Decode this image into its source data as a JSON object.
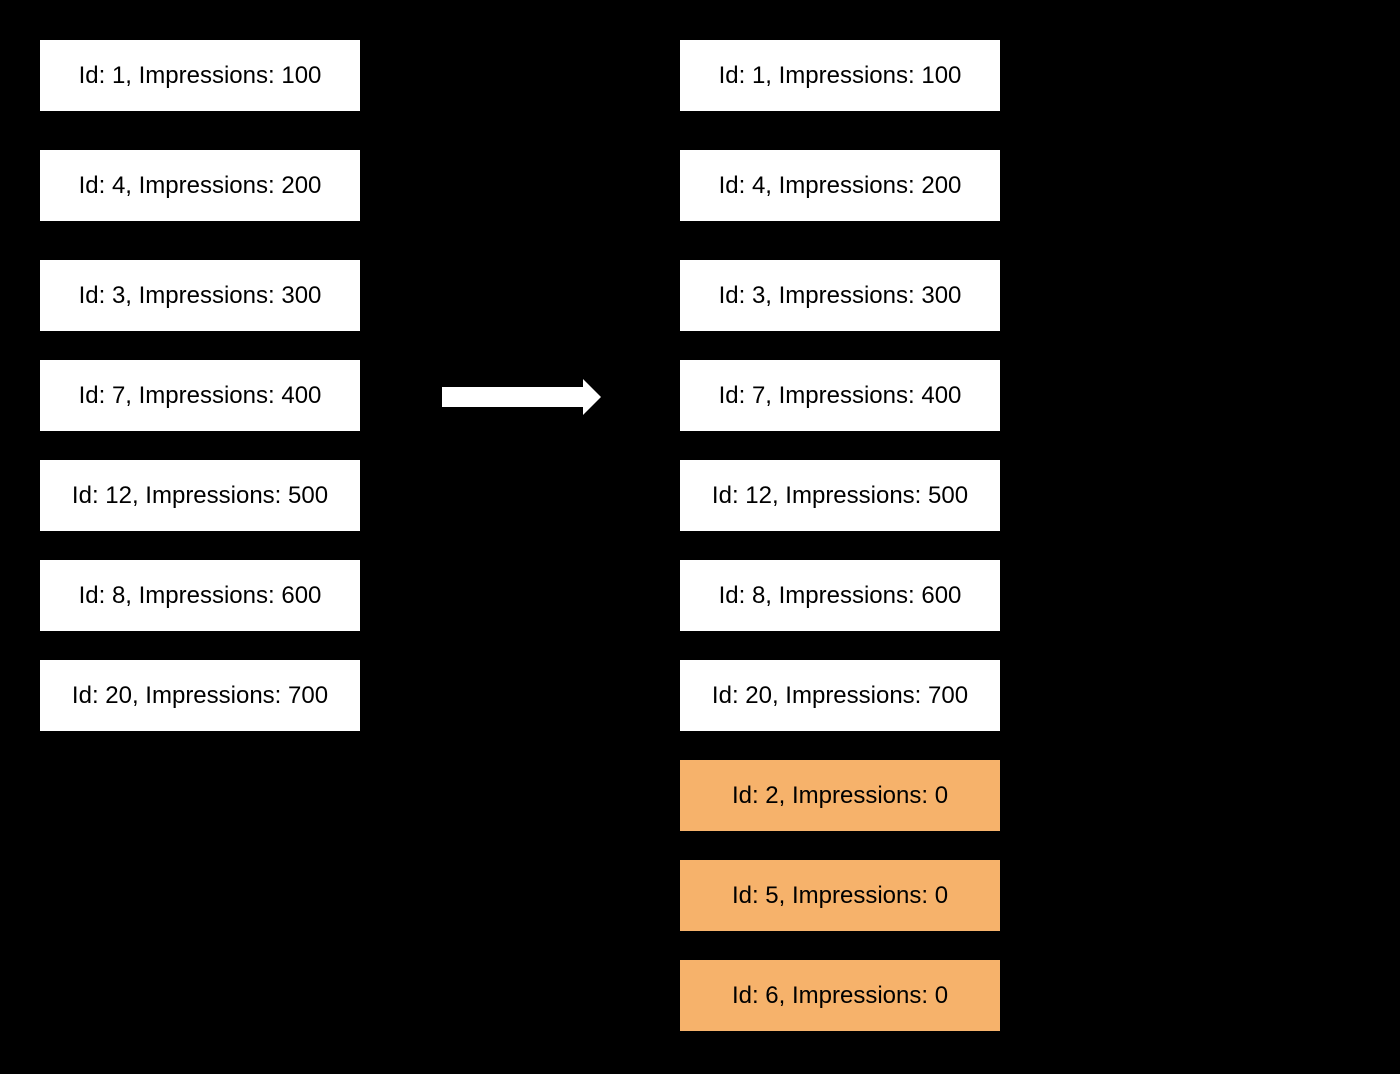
{
  "colors": {
    "background": "#000000",
    "box_fill": "#FFFFFF",
    "highlight_fill": "#F6B26B",
    "text": "#000000",
    "arrow_fill": "#FFFFFF"
  },
  "left_column": {
    "items": [
      {
        "id": 1,
        "impressions": 100,
        "label": "Id: 1, Impressions: 100"
      },
      {
        "id": 4,
        "impressions": 200,
        "label": "Id: 4, Impressions: 200"
      },
      {
        "id": 3,
        "impressions": 300,
        "label": "Id: 3, Impressions: 300"
      },
      {
        "id": 7,
        "impressions": 400,
        "label": "Id: 7, Impressions: 400"
      },
      {
        "id": 12,
        "impressions": 500,
        "label": "Id: 12, Impressions: 500"
      },
      {
        "id": 8,
        "impressions": 600,
        "label": "Id: 8, Impressions: 600"
      },
      {
        "id": 20,
        "impressions": 700,
        "label": "Id: 20, Impressions: 700"
      }
    ]
  },
  "arrow": {
    "icon": "right-arrow-icon",
    "direction": "right"
  },
  "right_column": {
    "items": [
      {
        "id": 1,
        "impressions": 100,
        "label": "Id: 1, Impressions: 100",
        "highlighted": false
      },
      {
        "id": 4,
        "impressions": 200,
        "label": "Id: 4, Impressions: 200",
        "highlighted": false
      },
      {
        "id": 3,
        "impressions": 300,
        "label": "Id: 3, Impressions: 300",
        "highlighted": false
      },
      {
        "id": 7,
        "impressions": 400,
        "label": "Id: 7, Impressions: 400",
        "highlighted": false
      },
      {
        "id": 12,
        "impressions": 500,
        "label": "Id: 12, Impressions: 500",
        "highlighted": false
      },
      {
        "id": 8,
        "impressions": 600,
        "label": "Id: 8, Impressions: 600",
        "highlighted": false
      },
      {
        "id": 20,
        "impressions": 700,
        "label": "Id: 20, Impressions: 700",
        "highlighted": false
      },
      {
        "id": 2,
        "impressions": 0,
        "label": "Id: 2, Impressions: 0",
        "highlighted": true
      },
      {
        "id": 5,
        "impressions": 0,
        "label": "Id: 5, Impressions: 0",
        "highlighted": true
      },
      {
        "id": 6,
        "impressions": 0,
        "label": "Id: 6, Impressions: 0",
        "highlighted": true
      }
    ]
  }
}
